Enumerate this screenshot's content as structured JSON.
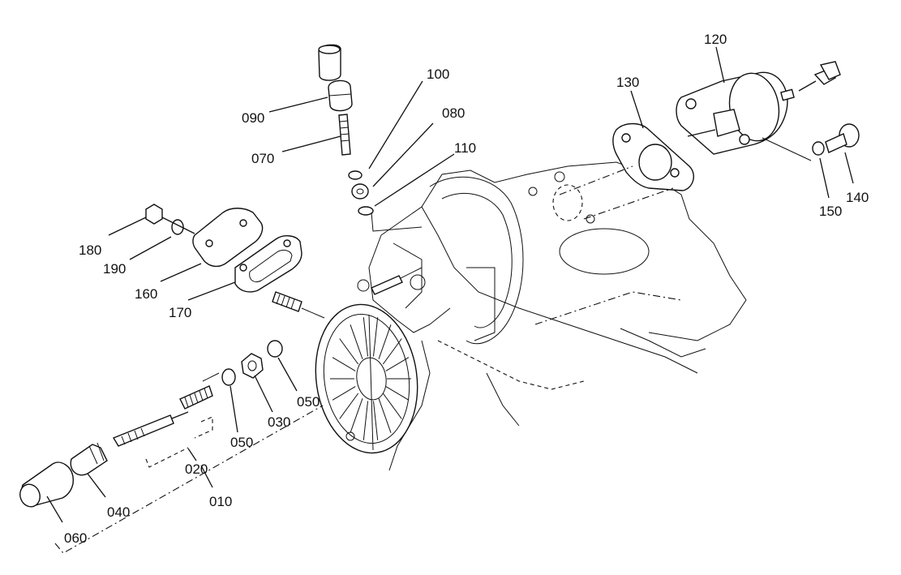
{
  "callouts": [
    {
      "id": "c010",
      "number": "010"
    },
    {
      "id": "c020",
      "number": "020"
    },
    {
      "id": "c030",
      "number": "030"
    },
    {
      "id": "c040",
      "number": "040"
    },
    {
      "id": "c050a",
      "number": "050"
    },
    {
      "id": "c050b",
      "number": "050"
    },
    {
      "id": "c060",
      "number": "060"
    },
    {
      "id": "c070",
      "number": "070"
    },
    {
      "id": "c080",
      "number": "080"
    },
    {
      "id": "c090",
      "number": "090"
    },
    {
      "id": "c100",
      "number": "100"
    },
    {
      "id": "c110",
      "number": "110"
    },
    {
      "id": "c120",
      "number": "120"
    },
    {
      "id": "c130",
      "number": "130"
    },
    {
      "id": "c140",
      "number": "140"
    },
    {
      "id": "c150",
      "number": "150"
    },
    {
      "id": "c160",
      "number": "160"
    },
    {
      "id": "c170",
      "number": "170"
    },
    {
      "id": "c180",
      "number": "180"
    },
    {
      "id": "c190",
      "number": "190"
    }
  ]
}
